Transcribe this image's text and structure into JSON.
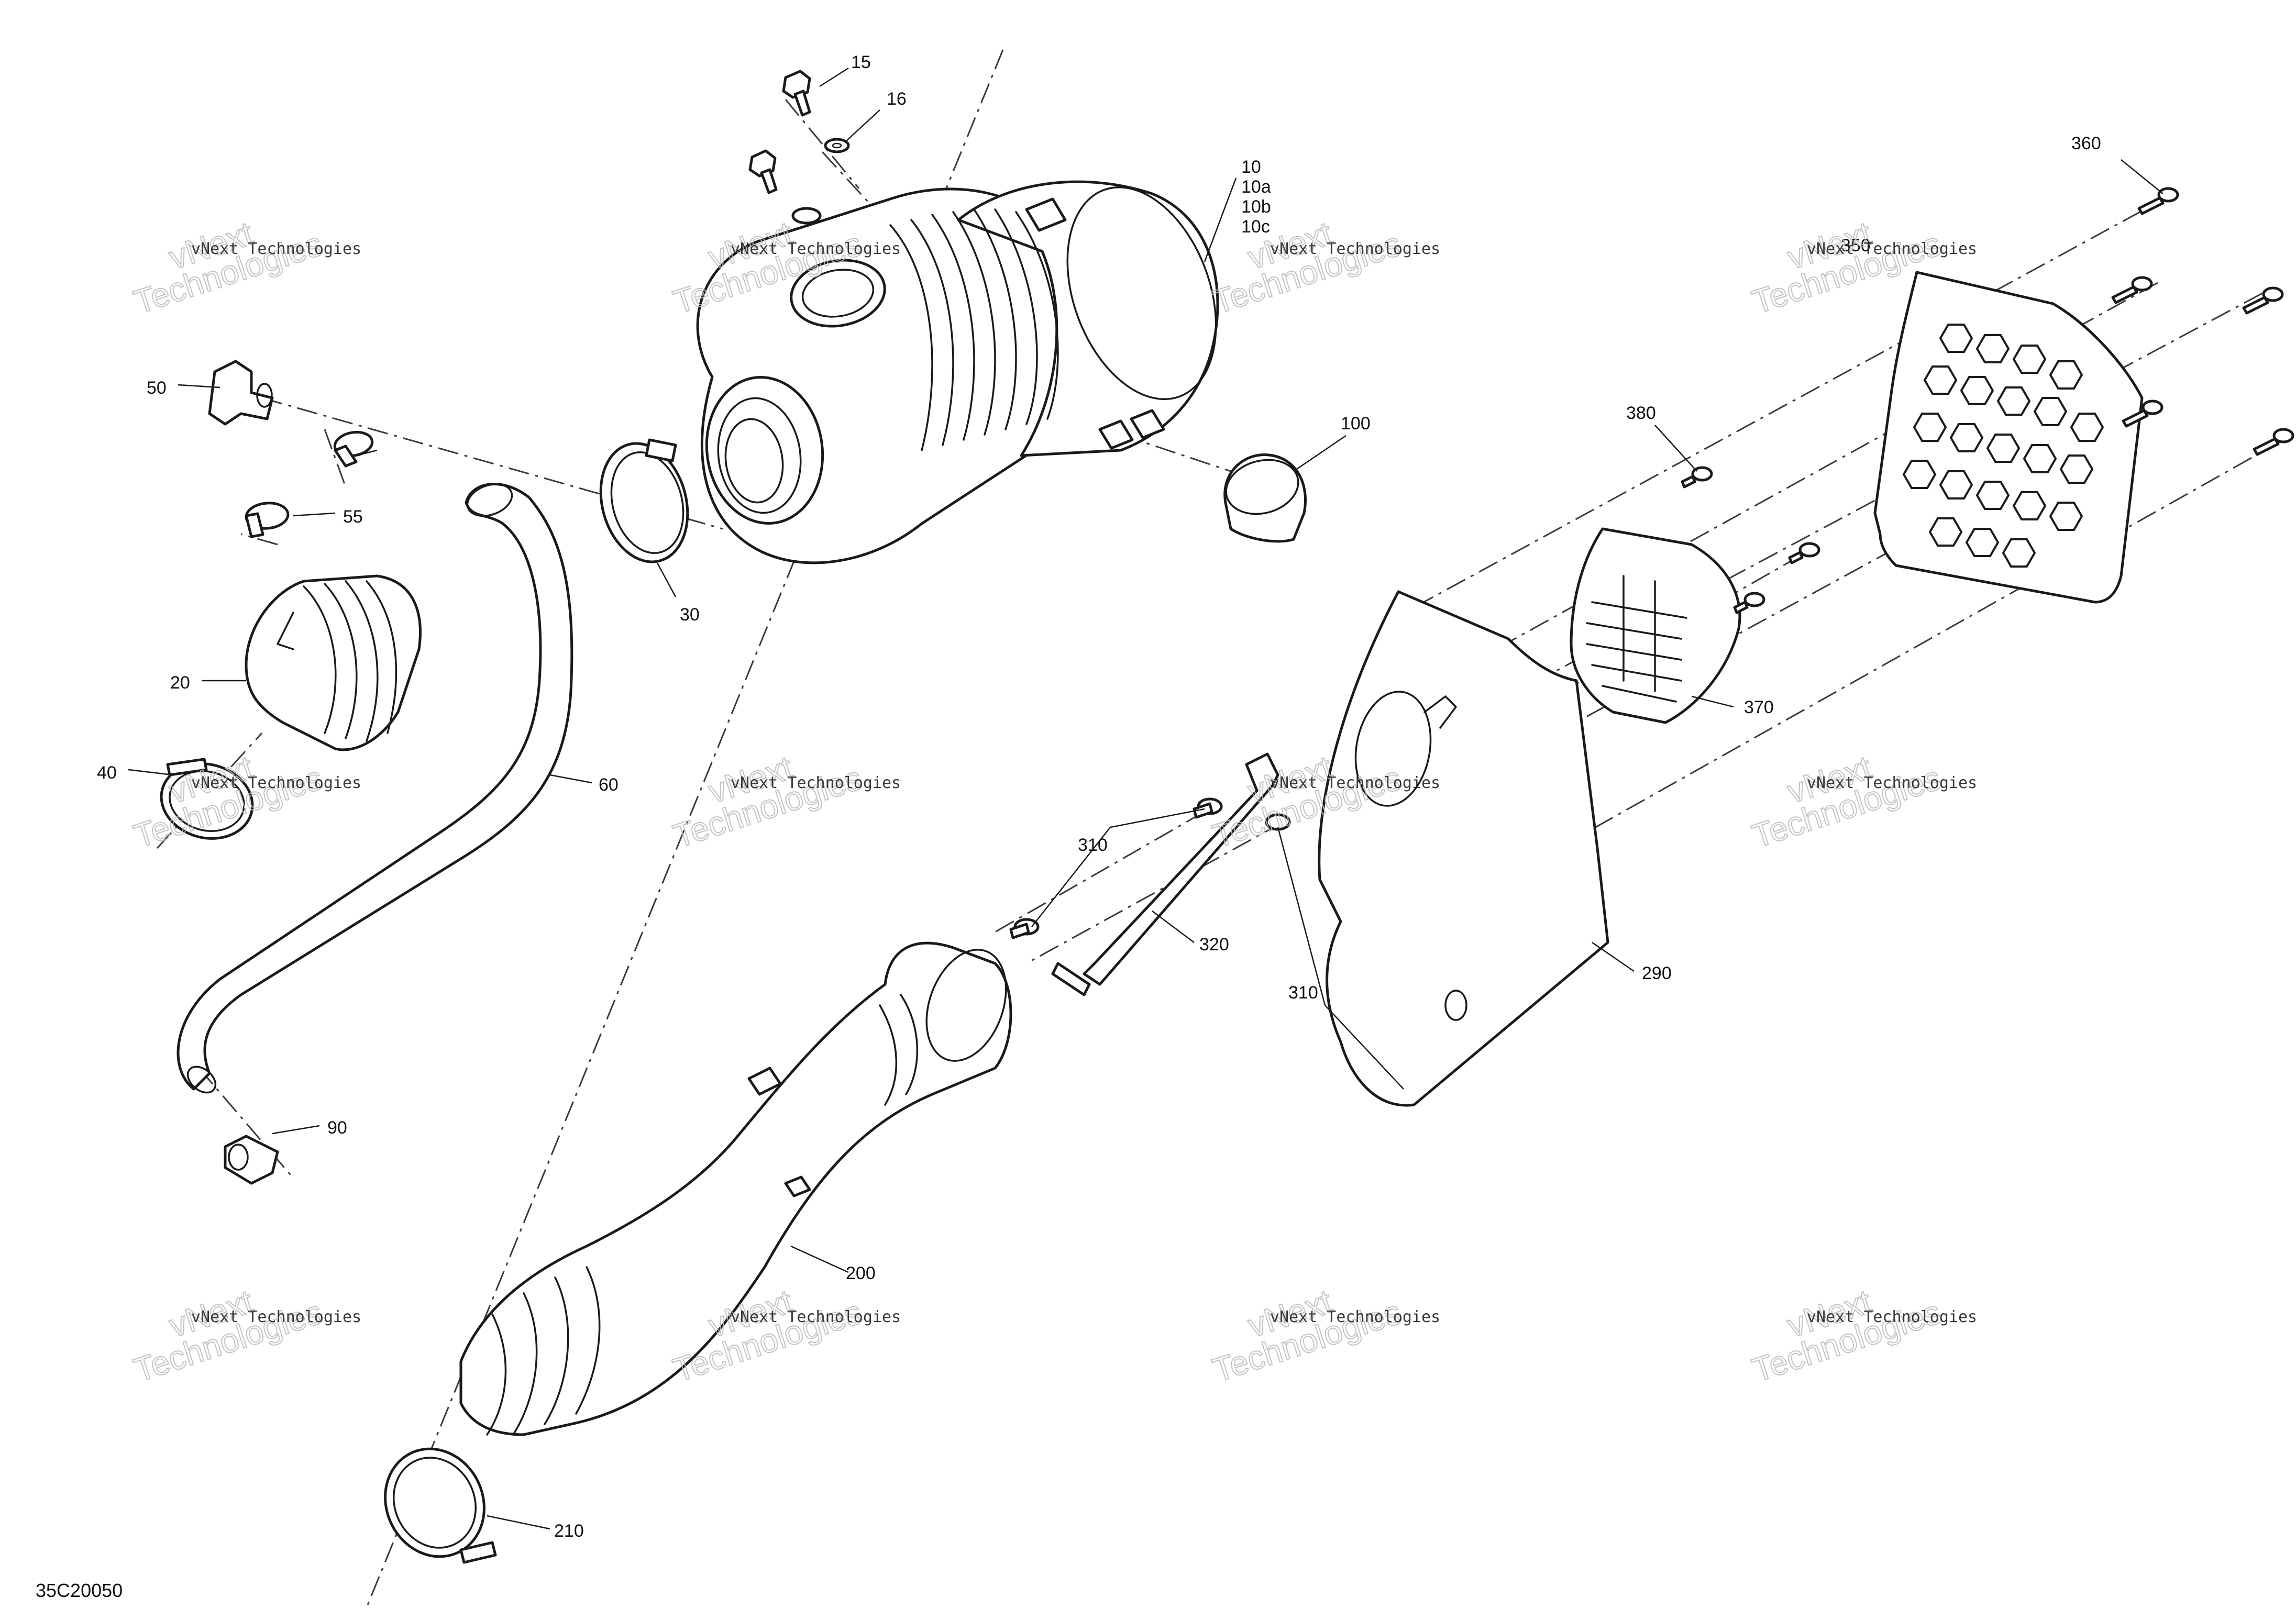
{
  "diagram_code": "35C20050",
  "watermark": {
    "line1": "vNext Technologies",
    "line2_a": "vNext",
    "line2_b": "Technologies"
  },
  "callouts": {
    "p15": "15",
    "p16": "16",
    "p10": "10",
    "p10a": "10a",
    "p10b": "10b",
    "p10c": "10c",
    "p360": "360",
    "p350": "350",
    "p50": "50",
    "p55": "55",
    "p100": "100",
    "p380": "380",
    "p30": "30",
    "p20": "20",
    "p370": "370",
    "p40": "40",
    "p60": "60",
    "p310a": "310",
    "p320": "320",
    "p290": "290",
    "p310b": "310",
    "p90": "90",
    "p200": "200",
    "p210": "210"
  }
}
